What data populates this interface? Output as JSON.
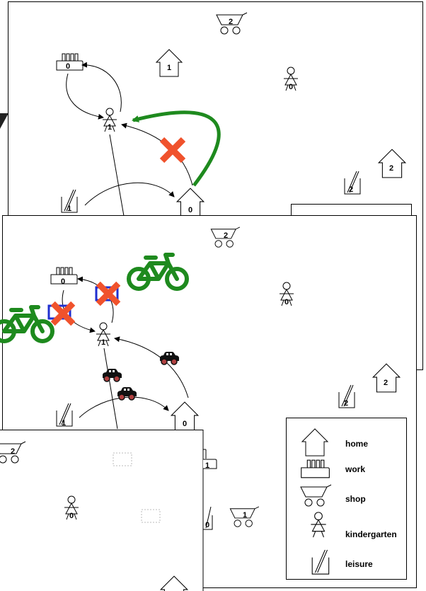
{
  "diagram": {
    "top_panel": {
      "shop": "2",
      "work": "0",
      "home_a": "1",
      "kindergarten_a": "0",
      "kindergarten_b": "1",
      "home_b": "2",
      "leisure_a": "2",
      "leisure_b": "1",
      "home_c": "0"
    },
    "middle_panel": {
      "shop": "2",
      "work": "0",
      "kindergarten_a": "0",
      "kindergarten_b": "1",
      "home_b": "2",
      "leisure_a": "2",
      "leisure_b": "1",
      "home_c": "0"
    },
    "bottom_panel": {
      "shop_a": "2",
      "kindergarten": "0",
      "work": "1",
      "leisure": "0",
      "shop_b": "1"
    },
    "legend": {
      "home": "home",
      "work": "work",
      "shop": "shop",
      "kindergarten": "kindergarten",
      "leisure": "leisure"
    },
    "colors": {
      "green": "#1e8a1e",
      "red": "#f0522c",
      "blue": "#1f2fd0",
      "car": "#111111",
      "wheel": "#b04040"
    }
  }
}
